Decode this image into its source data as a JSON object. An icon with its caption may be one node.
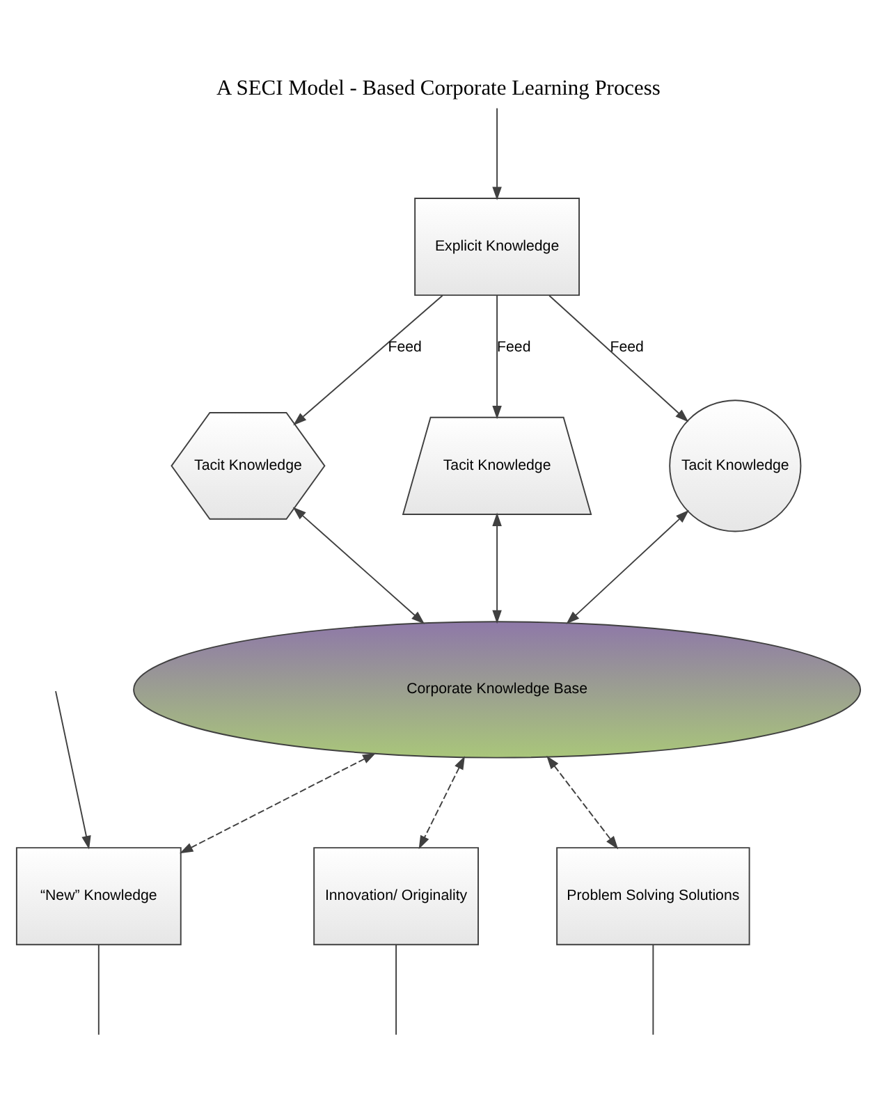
{
  "diagram": {
    "title": "A SECI Model - Based Corporate Learning Process",
    "nodes": [
      {
        "text": [
          "Explicit Knowledge"
        ]
      },
      {
        "text": [
          "Tacit Knowledge"
        ]
      },
      {
        "text": [
          "Tacit Knowledge"
        ]
      },
      {
        "text": [
          "Tacit Knowledge"
        ]
      },
      {
        "text": [
          "Corporate Knowledge Base"
        ]
      },
      {
        "text": [
          "Innovation/ Originality"
        ]
      },
      {
        "text": [
          "Problem Solving Solutions"
        ]
      },
      {
        "text": [
          "“New” Knowledge"
        ]
      }
    ],
    "edges": [
      {
        "from": null,
        "to": 0,
        "arrow": "to"
      },
      {
        "from": 0,
        "to": 1,
        "label": "Feed",
        "arrow": "to"
      },
      {
        "from": 0,
        "to": 2,
        "label": "Feed",
        "arrow": "to"
      },
      {
        "from": 0,
        "to": 3,
        "label": "Feed",
        "arrow": "to"
      },
      {
        "from": 1,
        "to": 4,
        "arrow": "both"
      },
      {
        "from": 2,
        "to": 4,
        "arrow": "both"
      },
      {
        "from": 3,
        "to": 4,
        "arrow": "both"
      },
      {
        "from": 4,
        "to": 5,
        "arrow": "both",
        "style": "dashed"
      },
      {
        "from": 4,
        "to": 6,
        "arrow": "both",
        "style": "dashed"
      },
      {
        "from": 4,
        "to": 7,
        "arrow": "both",
        "style": "dashed"
      },
      {
        "from": 5,
        "to": null,
        "arrow": "none"
      },
      {
        "from": 6,
        "to": null,
        "arrow": "none"
      },
      {
        "from": null,
        "to": 7,
        "arrow": "to"
      },
      {
        "from": 7,
        "to": null,
        "arrow": "none"
      }
    ]
  }
}
